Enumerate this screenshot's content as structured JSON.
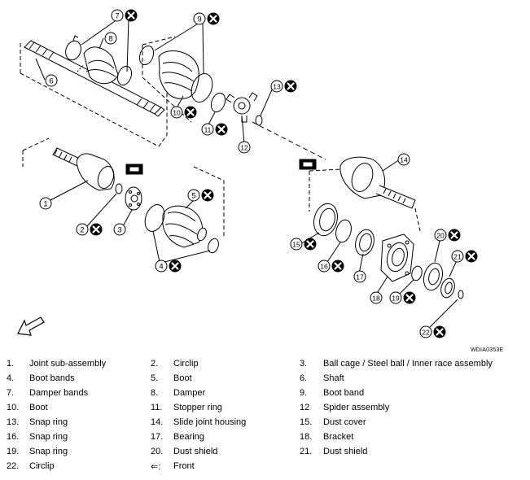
{
  "figure_code": "WDIA0353E",
  "callouts": [
    {
      "num": "1",
      "discard": false
    },
    {
      "num": "2",
      "discard": true
    },
    {
      "num": "3",
      "discard": false
    },
    {
      "num": "4",
      "discard": true
    },
    {
      "num": "5",
      "discard": true
    },
    {
      "num": "6",
      "discard": false
    },
    {
      "num": "7",
      "discard": true
    },
    {
      "num": "8",
      "discard": false
    },
    {
      "num": "9",
      "discard": true
    },
    {
      "num": "10",
      "discard": true
    },
    {
      "num": "11",
      "discard": true
    },
    {
      "num": "12",
      "discard": false
    },
    {
      "num": "13",
      "discard": true
    },
    {
      "num": "14",
      "discard": false
    },
    {
      "num": "15",
      "discard": true
    },
    {
      "num": "16",
      "discard": true
    },
    {
      "num": "17",
      "discard": false
    },
    {
      "num": "18",
      "discard": false
    },
    {
      "num": "19",
      "discard": true
    },
    {
      "num": "20",
      "discard": true
    },
    {
      "num": "21",
      "discard": true
    },
    {
      "num": "22",
      "discard": true
    }
  ],
  "legend": [
    [
      {
        "num": "1.",
        "label": "Joint sub-assembly"
      },
      {
        "num": "2.",
        "label": "Circlip"
      },
      {
        "num": "3.",
        "label": "Ball cage / Steel ball / Inner race assembly"
      }
    ],
    [
      {
        "num": "4.",
        "label": "Boot bands"
      },
      {
        "num": "5.",
        "label": "Boot"
      },
      {
        "num": "6.",
        "label": "Shaft"
      }
    ],
    [
      {
        "num": "7.",
        "label": "Damper bands"
      },
      {
        "num": "8.",
        "label": "Damper"
      },
      {
        "num": "9.",
        "label": "Boot band"
      }
    ],
    [
      {
        "num": "10.",
        "label": "Boot"
      },
      {
        "num": "11.",
        "label": "Stopper ring"
      },
      {
        "num": "12",
        "label": "Spider assembly"
      }
    ],
    [
      {
        "num": "13.",
        "label": "Snap ring"
      },
      {
        "num": "14.",
        "label": "Slide joint housing"
      },
      {
        "num": "15.",
        "label": "Dust cover"
      }
    ],
    [
      {
        "num": "16.",
        "label": "Snap ring"
      },
      {
        "num": "17.",
        "label": "Bearing"
      },
      {
        "num": "18.",
        "label": "Bracket"
      }
    ],
    [
      {
        "num": "19.",
        "label": "Snap ring"
      },
      {
        "num": "20.",
        "label": "Dust shield"
      },
      {
        "num": "21.",
        "label": "Dust shield"
      }
    ],
    [
      {
        "num": "22.",
        "label": "Circlip"
      },
      {
        "num": "⇐:",
        "label": "Front"
      }
    ]
  ]
}
